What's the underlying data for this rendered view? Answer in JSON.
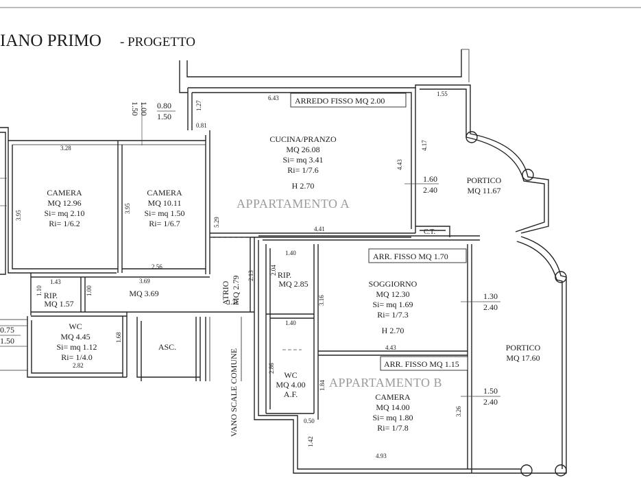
{
  "title": "IANO PRIMO",
  "subtitle": "- PROGETTO",
  "apartment_a": "APPARTAMENTO A",
  "apartment_b": "APPARTAMENTO B",
  "stair_label": "VANO SCALE COMUNE",
  "elevator_label": "ASC.",
  "ct_label": "C.T.",
  "fixed_furniture": {
    "top": "ARREDO FISSO MQ 2.00",
    "soggiorno": "ARR. FISSO MQ 1.70",
    "camera_b": "ARR. FISSO MQ 1.15"
  },
  "rooms": {
    "cucina": {
      "name": "CUCINA/PRANZO",
      "area": "MQ 26.08",
      "si": "Si= mq 3.41",
      "ri": "Ri= 1/7.6",
      "h": "H 2.70"
    },
    "portico1": {
      "name": "PORTICO",
      "area": "MQ 11.67"
    },
    "camera1": {
      "name": "CAMERA",
      "area": "MQ 12.96",
      "si": "Si= mq 2.10",
      "ri": "Ri= 1/6.2"
    },
    "camera2": {
      "name": "CAMERA",
      "area": "MQ 10.11",
      "si": "Si= mq 1.50",
      "ri": "Ri= 1/6.7"
    },
    "atrio": {
      "name": "ATRIO",
      "area": "MQ 2.79"
    },
    "rip1": {
      "name": "RIP.",
      "area": "MQ 1.57"
    },
    "corridor": {
      "area": "MQ 3.69"
    },
    "wc1": {
      "name": "WC",
      "area": "MQ 4.45",
      "si": "Si= mq 1.12",
      "ri": "Ri= 1/4.0"
    },
    "rip2": {
      "name": "RIP.",
      "area": "MQ 2.85"
    },
    "soggiorno": {
      "name": "SOGGIORNO",
      "area": "MQ 12.30",
      "si": "Si= mq 1.69",
      "ri": "Ri= 1/7.3",
      "h": "H 2.70"
    },
    "wc2": {
      "name": "WC",
      "area": "MQ 4.00",
      "af": "A.F."
    },
    "camera3": {
      "name": "CAMERA",
      "area": "MQ 14.00",
      "si": "Si= mq 1.80",
      "ri": "Ri= 1/7.8"
    },
    "portico2": {
      "name": "PORTICO",
      "area": "MQ 17.60"
    }
  },
  "dimensions": {
    "d643": "6.43",
    "d155": "1.55",
    "d127": "1.27",
    "d080": "0.80",
    "d150": "1.50",
    "d100": "1.00",
    "d150b": "1.50",
    "d081": "0.81",
    "d417": "4.17",
    "d443": "4.43",
    "d160": "1.60",
    "d240a": "2.40",
    "d328": "3.28",
    "d395a": "3.95",
    "d395b": "3.95",
    "d529": "5.29",
    "d441": "4.41",
    "d256": "2.56",
    "d143": "1.43",
    "d369": "3.69",
    "d110": "1.10",
    "d100b": "1.00",
    "d213": "2.13",
    "d131": "1.31",
    "d140a": "1.40",
    "d204": "2.04",
    "d316": "3.16",
    "d130": "1.30",
    "d240b": "2.40",
    "d075": "0.75",
    "d150c": "1.50",
    "d168": "1.68",
    "d282": "2.82",
    "d140b": "1.40",
    "d443b": "4.43",
    "d286": "2.86",
    "d184": "1.84",
    "d150d": "1.50",
    "d240c": "2.40",
    "d326": "3.26",
    "d050": "0.50",
    "d142": "1.42",
    "d493": "4.93"
  }
}
